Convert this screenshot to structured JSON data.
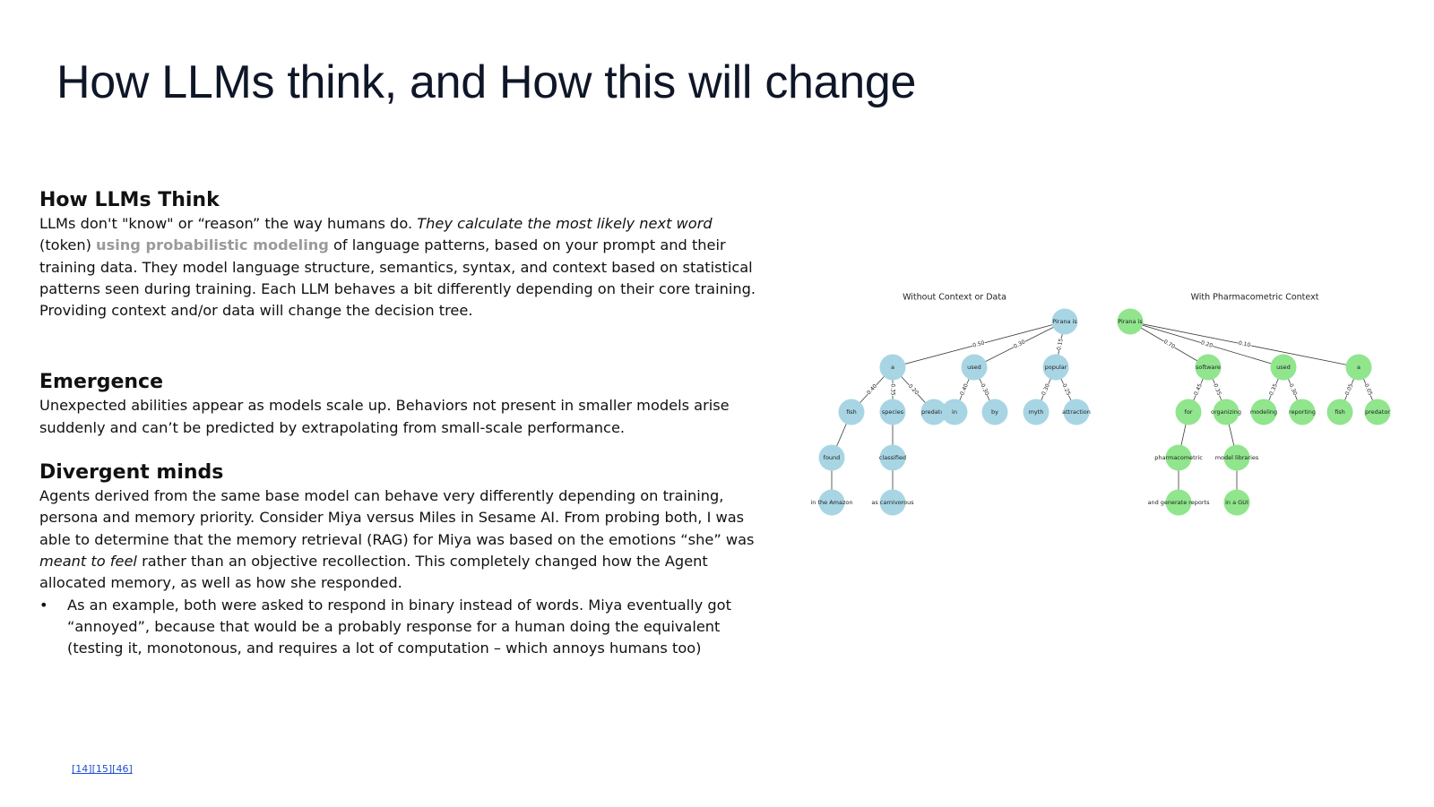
{
  "title": "How LLMs think, and How this will change",
  "sections": {
    "think": {
      "heading": "How LLMs Think",
      "p1": "LLMs don't \"know\" or “reason” the way humans do. ",
      "p1_italic": "They calculate the most likely next word",
      "p2": " (token) ",
      "p2_highlight": "using probabilistic modeling",
      "p3": " of language patterns, based on your prompt and their training data. They model language structure, semantics, syntax, and context based on statistical patterns seen during training. Each LLM behaves a bit differently depending on their core training. Providing context and/or data will change the decision tree."
    },
    "emergence": {
      "heading": "Emergence",
      "body": "Unexpected abilities appear as models scale up. Behaviors not present in smaller models arise suddenly and can’t be predicted by extrapolating from small-scale performance."
    },
    "divergent": {
      "heading": "Divergent minds",
      "p1": "Agents derived from the same base model can behave very differently depending on training, persona and memory priority. Consider Miya versus Miles in Sesame AI. From probing both, I was able to determine that the memory retrieval (RAG) for Miya was based on the emotions “she” was ",
      "p1_italic": "meant to feel",
      "p2": " rather than an objective recollection. This completely changed how the Agent allocated memory, as well as how she responded.",
      "bullet_symbol": "•",
      "bullet": "As an example, both were asked to respond in binary instead of words. Miya eventually got “annoyed”, because that would be a probably response for a human doing the equivalent (testing it, monotonous, and requires a lot of computation – which annoys humans too)"
    }
  },
  "references": "[14][15][46]",
  "diagram": {
    "colors": {
      "left_node": "#a8d5e4",
      "right_node": "#90e58d"
    },
    "left": {
      "title": "Without Context or Data",
      "root": "Pirana is",
      "level1": [
        "a",
        "used",
        "popular"
      ],
      "level1_probs": [
        "0.50",
        "0.30",
        "0.15"
      ],
      "level2": [
        "fish",
        "species",
        "predator",
        "in",
        "by",
        "myth",
        "attraction"
      ],
      "level2_probs": [
        "0.40",
        "0.35",
        "0.20",
        "0.40",
        "0.30",
        "0.30",
        "0.25"
      ],
      "level3": [
        "found",
        "classified"
      ],
      "level4": [
        "in the Amazon",
        "as carnivorous"
      ]
    },
    "right": {
      "title": "With Pharmacometric Context",
      "root": "Pirana is",
      "level1": [
        "software",
        "used",
        "a"
      ],
      "level1_probs": [
        "0.70",
        "0.20",
        "0.10"
      ],
      "level2": [
        "for",
        "organizing",
        "modeling",
        "reporting",
        "fish",
        "predator"
      ],
      "level2_probs": [
        "0.45",
        "0.35",
        "0.35",
        "0.30",
        "0.05",
        "0.05"
      ],
      "level3": [
        "pharmacometric",
        "model libraries"
      ],
      "level4": [
        "and generate reports",
        "in a GUI"
      ]
    }
  }
}
